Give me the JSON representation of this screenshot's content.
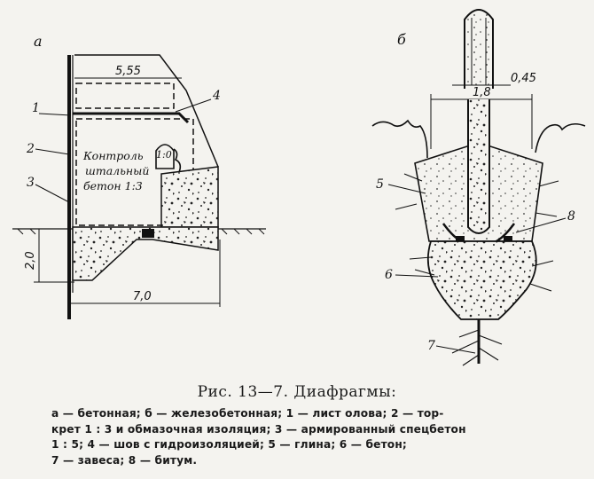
{
  "panel_a": {
    "letter": "а",
    "dim_top": "5,55",
    "dim_bottom": "7,0",
    "dim_left": "2,0",
    "label_text_1": "Контроль",
    "label_text_2": "штальный",
    "label_text_3": "бетон 1:3",
    "label_ratio": "1:0",
    "callouts": [
      "1",
      "2",
      "3",
      "4"
    ]
  },
  "panel_b": {
    "letter": "б",
    "dim_top": "0,45",
    "dim_mid": "1,8",
    "callouts": [
      "5",
      "8",
      "6",
      "7"
    ]
  },
  "caption": {
    "title": "Рис. 13—7. Диафрагмы:",
    "lines": [
      "а — бетонная;  б — железобетонная;  1 — лист олова;  2 — тор-",
      "крет 1 : 3 и обмазочная изоляция;  3 — армированный спецбетон",
      "1 : 5;   4 — шов   с   гидроизоляцией;   5 — глина; 6 — бетон;",
      "7 — завеса;  8 — битум."
    ]
  }
}
